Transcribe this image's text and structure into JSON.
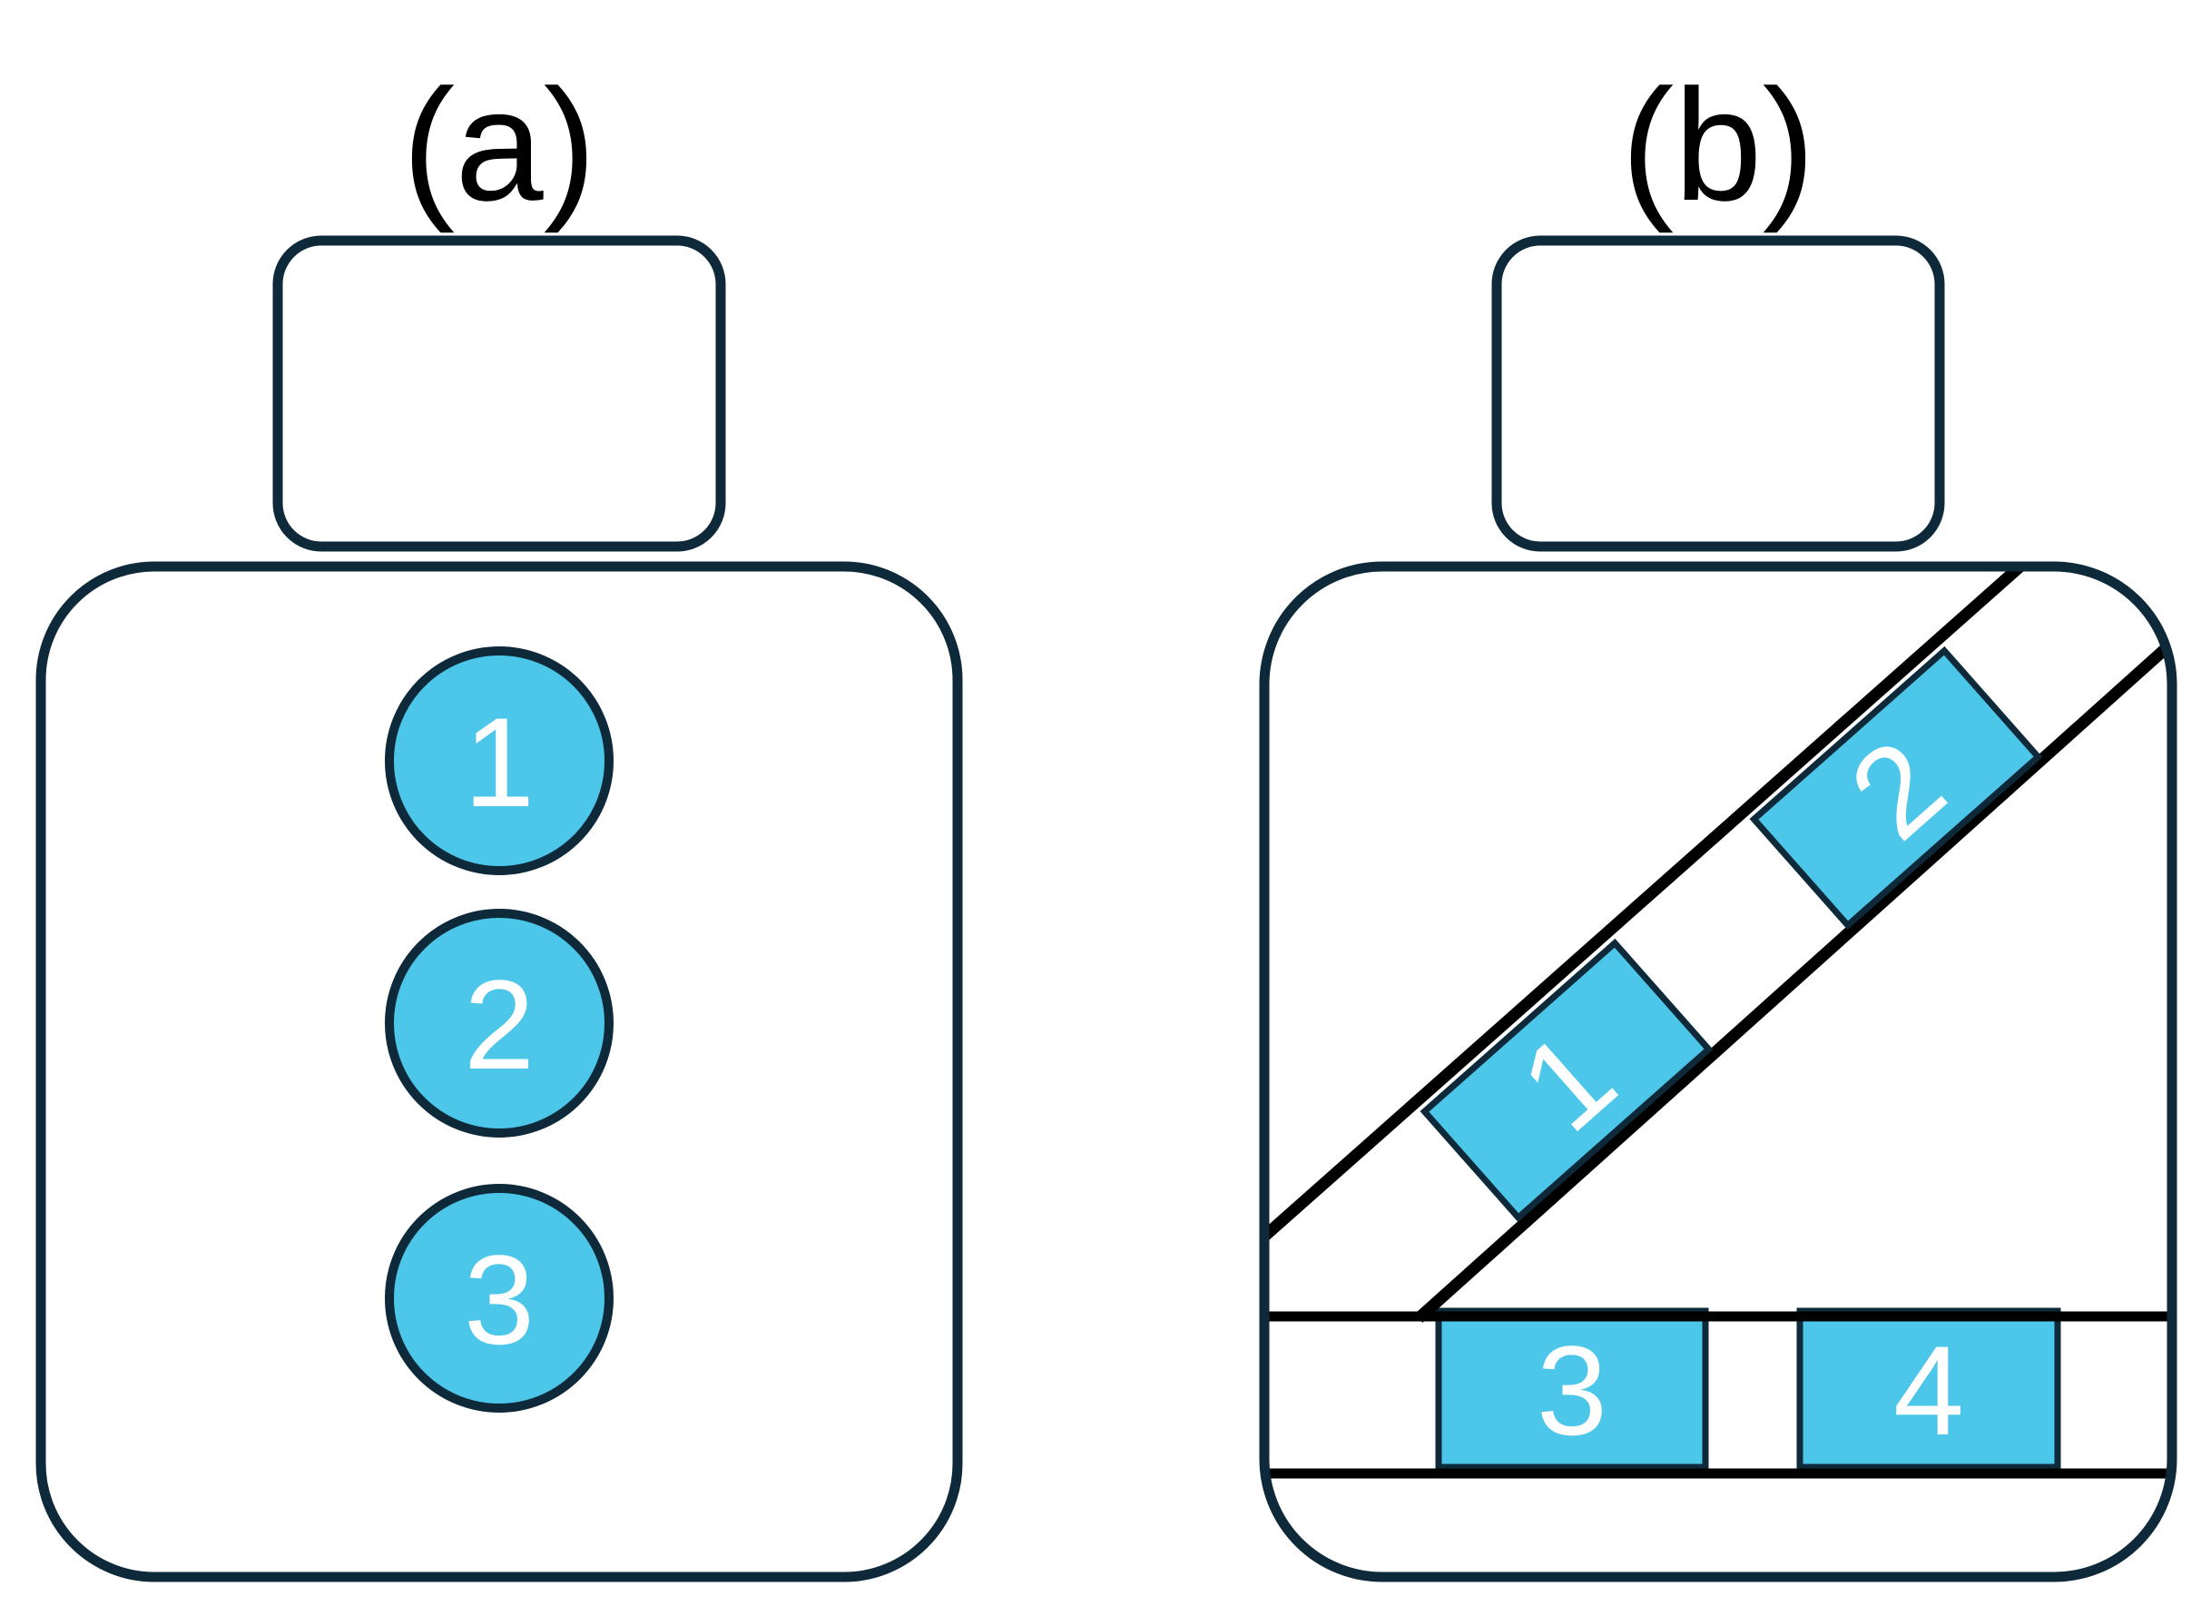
{
  "colors": {
    "navy": "#0e2a3a",
    "black": "#000000",
    "cyan": "#4cc6e9",
    "white": "#ffffff",
    "background": "#ffffff"
  },
  "figure": {
    "panel_a": {
      "label": "(a)",
      "samples": [
        {
          "label": "1"
        },
        {
          "label": "2"
        },
        {
          "label": "3"
        }
      ]
    },
    "panel_b": {
      "label": "(b)",
      "diagonal_samples": [
        {
          "label": "1"
        },
        {
          "label": "2"
        }
      ],
      "bottom_samples": [
        {
          "label": "3"
        },
        {
          "label": "4"
        }
      ]
    }
  }
}
